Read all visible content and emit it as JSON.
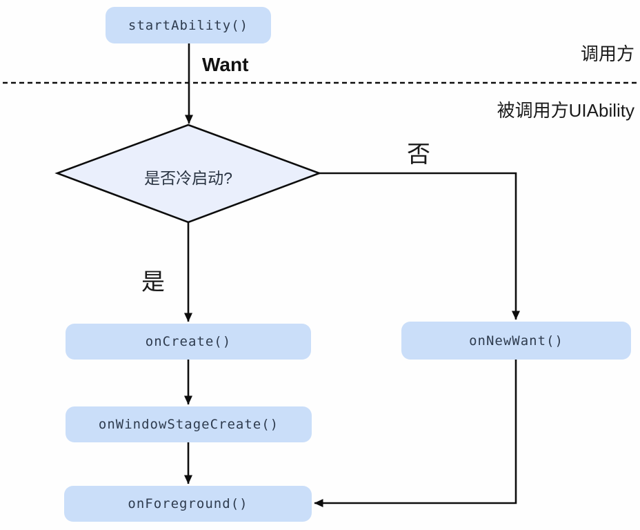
{
  "diagram": {
    "nodes": {
      "start": {
        "label": "startAbility()"
      },
      "decision": {
        "label": "是否冷启动?"
      },
      "on_create": {
        "label": "onCreate()"
      },
      "on_window_stage_create": {
        "label": "onWindowStageCreate()"
      },
      "on_foreground": {
        "label": "onForeground()"
      },
      "on_new_want": {
        "label": "onNewWant()"
      }
    },
    "edge_labels": {
      "want": "Want",
      "yes": "是",
      "no": "否"
    },
    "lane_labels": {
      "caller": "调用方",
      "callee": "被调用方UIAbility"
    },
    "colors": {
      "node_fill": "#cadef9",
      "diamond_fill": "#eaeffc",
      "line": "#0d0d0d",
      "node_text": "#2e3b4e",
      "label_text": "#1a1a1a"
    }
  }
}
